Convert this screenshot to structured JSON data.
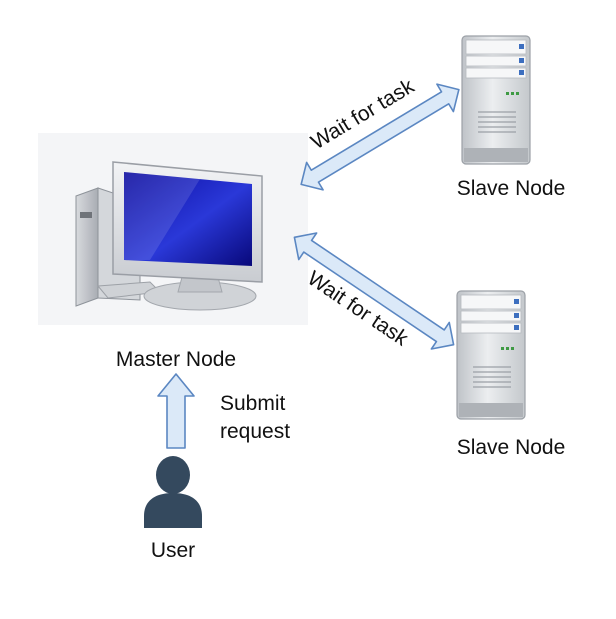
{
  "diagram": {
    "master": {
      "label": "Master Node"
    },
    "slaves": [
      {
        "label": "Slave Node"
      },
      {
        "label": "Slave Node"
      }
    ],
    "links": [
      {
        "label": "Wait for task"
      },
      {
        "label": "Wait for task"
      }
    ],
    "request": {
      "label_line1": "Submit",
      "label_line2": "request"
    },
    "user": {
      "label": "User"
    },
    "colors": {
      "arrow_fill": "#dbe9f8",
      "arrow_stroke": "#5b87c2",
      "user_icon": "#34495e",
      "screen": "#1010b8"
    }
  }
}
